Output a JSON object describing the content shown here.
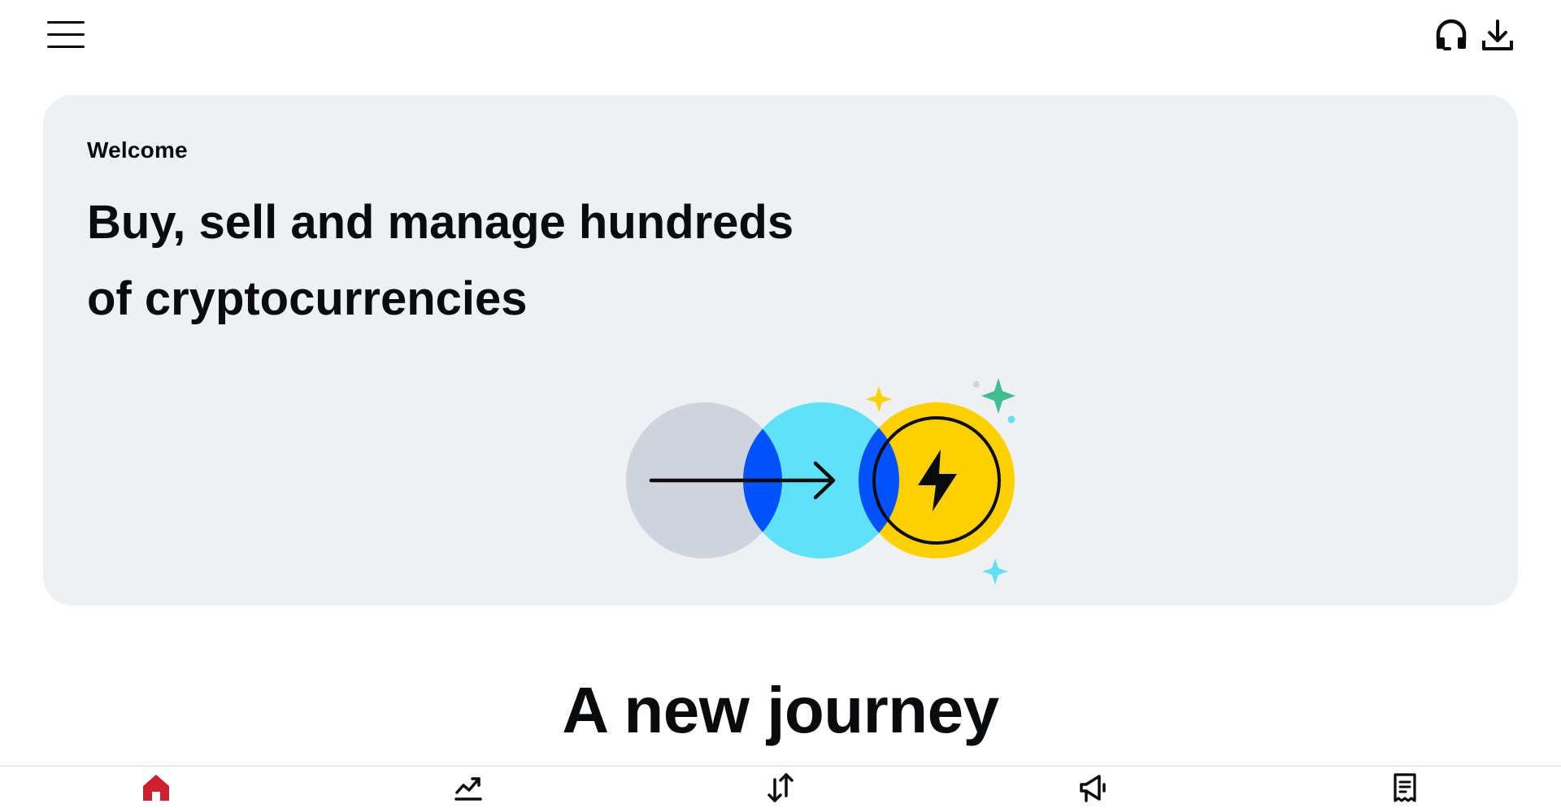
{
  "header": {
    "menu_icon": "hamburger-menu-icon",
    "support_icon": "headset-icon",
    "download_icon": "download-icon"
  },
  "welcome": {
    "label": "Welcome",
    "headline_line1": "Buy, sell and manage hundreds",
    "headline_line2": "of cryptocurrencies"
  },
  "section": {
    "title": "A new journey"
  },
  "bottom_nav": {
    "items": [
      {
        "id": "home",
        "icon": "home-icon",
        "active": true
      },
      {
        "id": "markets",
        "icon": "trending-chart-icon",
        "active": false
      },
      {
        "id": "trade",
        "icon": "swap-arrows-icon",
        "active": false
      },
      {
        "id": "promotions",
        "icon": "megaphone-icon",
        "active": false
      },
      {
        "id": "orders",
        "icon": "receipt-icon",
        "active": false
      }
    ]
  },
  "colors": {
    "accent_active": "#cf202f",
    "text": "#0a0b0d",
    "card_bg": "#eff0f3",
    "illus_grey": "#cfd3dc",
    "illus_cyan": "#5ee2f7",
    "illus_blue": "#0052ff",
    "illus_yellow": "#ffd000",
    "illus_green": "#3fbf8f"
  }
}
